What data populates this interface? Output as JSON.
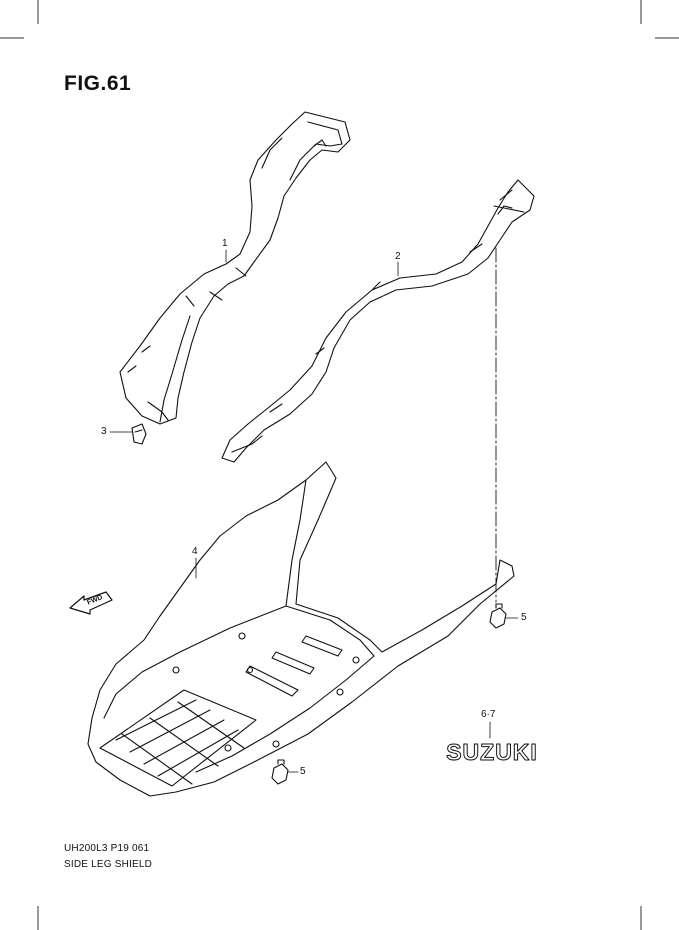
{
  "figure": {
    "title": "FIG.61"
  },
  "callouts": [
    {
      "id": "c1",
      "label": "1"
    },
    {
      "id": "c2",
      "label": "2"
    },
    {
      "id": "c3",
      "label": "3"
    },
    {
      "id": "c4",
      "label": "4"
    },
    {
      "id": "c5a",
      "label": "5"
    },
    {
      "id": "c5b",
      "label": "5"
    },
    {
      "id": "c67",
      "label": "6·7"
    }
  ],
  "emblem": {
    "text": "SUZUKI"
  },
  "arrow": {
    "text": "FWD"
  },
  "footer": {
    "model_code": "UH200L3 P19  061",
    "section_name": "SIDE LEG SHIELD"
  }
}
